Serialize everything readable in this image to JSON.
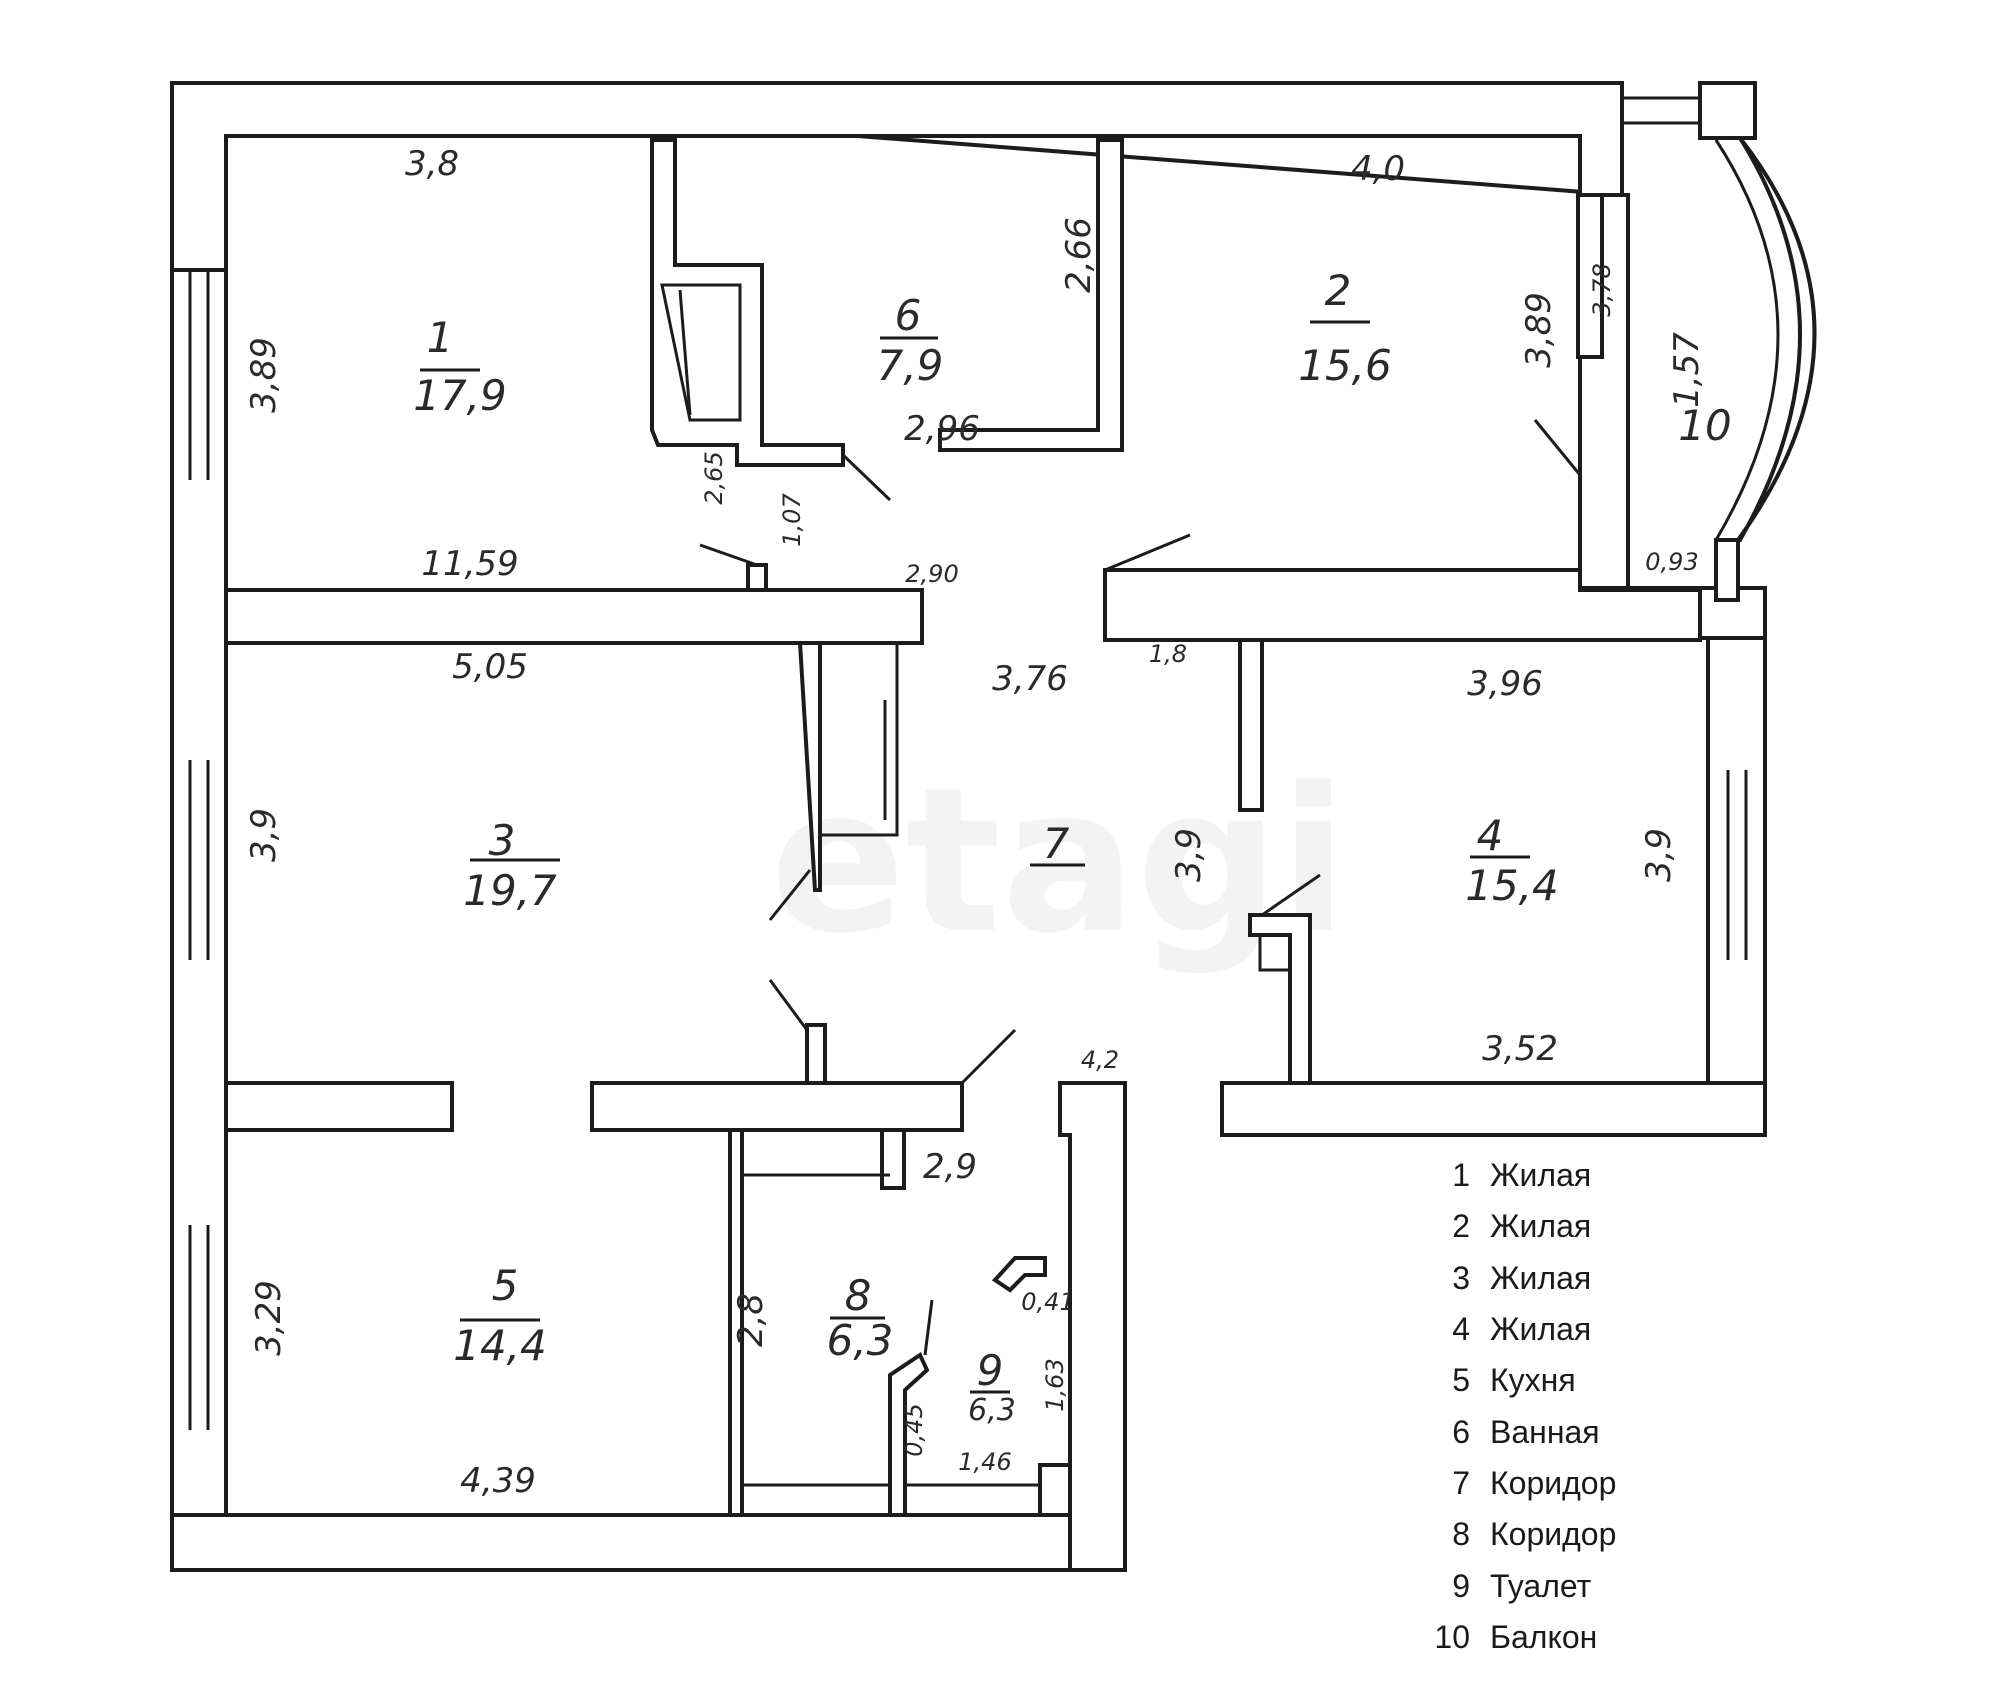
{
  "watermark": "etagi",
  "rooms": [
    {
      "number": "1",
      "area": "17,9"
    },
    {
      "number": "2",
      "area": "15,6"
    },
    {
      "number": "3",
      "area": "19,7"
    },
    {
      "number": "4",
      "area": "15,4"
    },
    {
      "number": "5",
      "area": "14,4"
    },
    {
      "number": "6",
      "area": "7,9"
    },
    {
      "number": "7",
      "area": ""
    },
    {
      "number": "8",
      "area": "6,3"
    },
    {
      "number": "9",
      "area": "6,3"
    },
    {
      "number": "10",
      "area": ""
    }
  ],
  "dimensions": [
    "3,8",
    "3,89",
    "11,59",
    "2,65",
    "1,07",
    "2,66",
    "2,96",
    "2,90",
    "4,0",
    "3,89",
    "3,78",
    "1,57",
    "0,93",
    "1,8",
    "3,76",
    "5,05",
    "3,9",
    "3,9",
    "3,96",
    "3,9",
    "3,52",
    "4,2",
    "2,9",
    "3,29",
    "2,8",
    "0,41",
    "0,45",
    "1,63",
    "1,46",
    "4,39"
  ],
  "legend": [
    {
      "num": "1",
      "name": "Жилая"
    },
    {
      "num": "2",
      "name": "Жилая"
    },
    {
      "num": "3",
      "name": "Жилая"
    },
    {
      "num": "4",
      "name": "Жилая"
    },
    {
      "num": "5",
      "name": "Кухня"
    },
    {
      "num": "6",
      "name": "Ванная"
    },
    {
      "num": "7",
      "name": "Коридор"
    },
    {
      "num": "8",
      "name": "Коридор"
    },
    {
      "num": "9",
      "name": "Туалет"
    },
    {
      "num": "10",
      "name": "Балкон"
    }
  ]
}
